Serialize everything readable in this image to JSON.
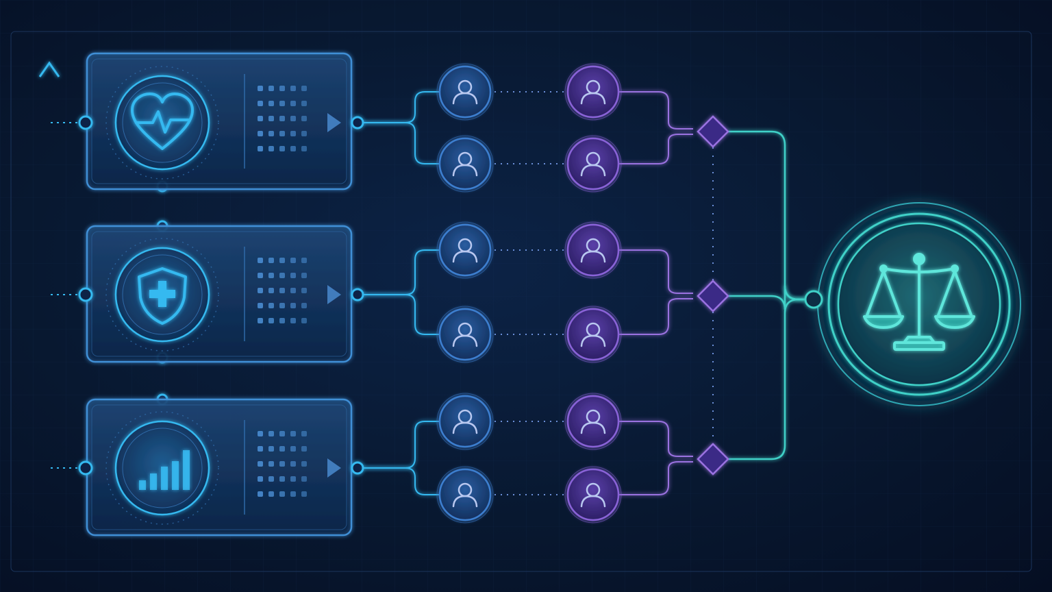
{
  "palette": {
    "background": "#07132b",
    "panel_stroke": "#3f8fd6",
    "cyan": "#36b9f0",
    "blue_node": "#3d7fd0",
    "purple_node": "#8a63d8",
    "purple_line": "#9a72e0",
    "teal": "#3fd1c8"
  },
  "panels": [
    {
      "id": "health",
      "icon": "heart-pulse-icon"
    },
    {
      "id": "safety",
      "icon": "shield-plus-icon"
    },
    {
      "id": "metrics",
      "icon": "bar-chart-icon"
    }
  ],
  "people": {
    "rows": 6,
    "first_column_icon": "person-icon",
    "second_column_icon": "person-icon"
  },
  "merge_nodes": 3,
  "merge_icon": "diamond-icon",
  "outcome": {
    "icon": "balance-scale-icon"
  },
  "axis": {
    "icon": "arrow-up-icon"
  }
}
